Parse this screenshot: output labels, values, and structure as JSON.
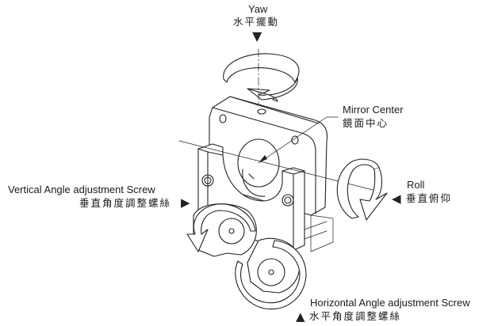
{
  "labels": {
    "yaw": {
      "en": "Yaw",
      "zh": "水平擺動",
      "marker": "▼"
    },
    "mirror_center": {
      "en": "Mirror Center",
      "zh": "鏡面中心"
    },
    "vertical_screw": {
      "en": "Vertical Angle adjustment  Screw",
      "zh": "垂直角度調整螺絲",
      "marker": "▶"
    },
    "roll": {
      "en": "Roll",
      "zh": "垂直俯仰",
      "marker": "◀"
    },
    "horizontal_screw": {
      "en": "Horizontal Angle adjustment  Screw",
      "zh": "水平角度調整螺絲",
      "marker": "▲"
    }
  },
  "colors": {
    "line": "#222222",
    "background": "#ffffff"
  }
}
